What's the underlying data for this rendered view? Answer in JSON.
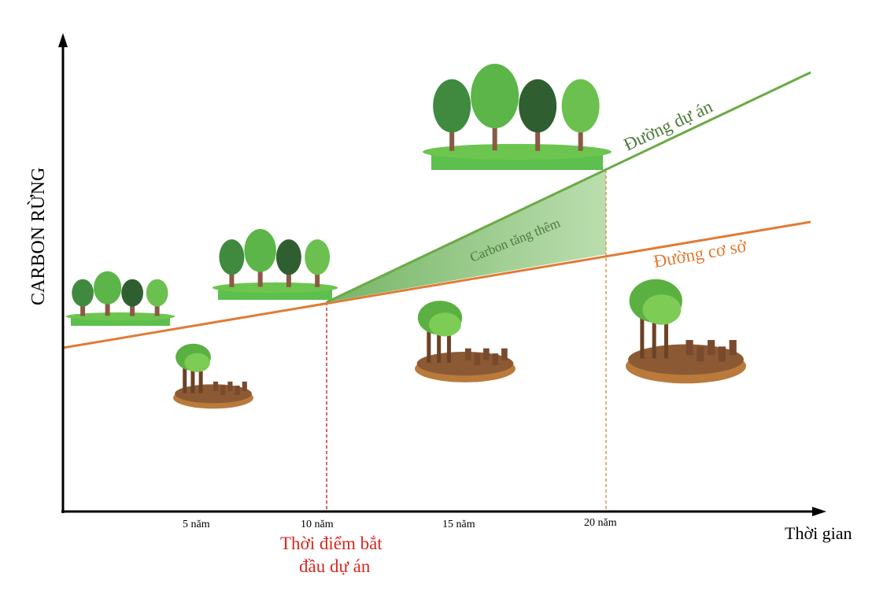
{
  "axes": {
    "y_label": "CARBON RỪNG",
    "x_label": "Thời gian",
    "ticks": [
      "5 năm",
      "10 năm",
      "15 năm",
      "20 năm"
    ]
  },
  "annotations": {
    "project_start": [
      "Thời điểm bắt",
      "đầu dự án"
    ],
    "project_line": "Đường dự án",
    "baseline": "Đường cơ sở",
    "additional_carbon": "Carbon tăng thêm"
  },
  "colors": {
    "project_line": "#6aaa45",
    "baseline": "#e07b36",
    "fill": "#8cc679",
    "start_marker": "#c0392b",
    "end_marker": "#d99a4a",
    "label_green": "#4d7a3a",
    "label_red": "#d9271f"
  }
}
